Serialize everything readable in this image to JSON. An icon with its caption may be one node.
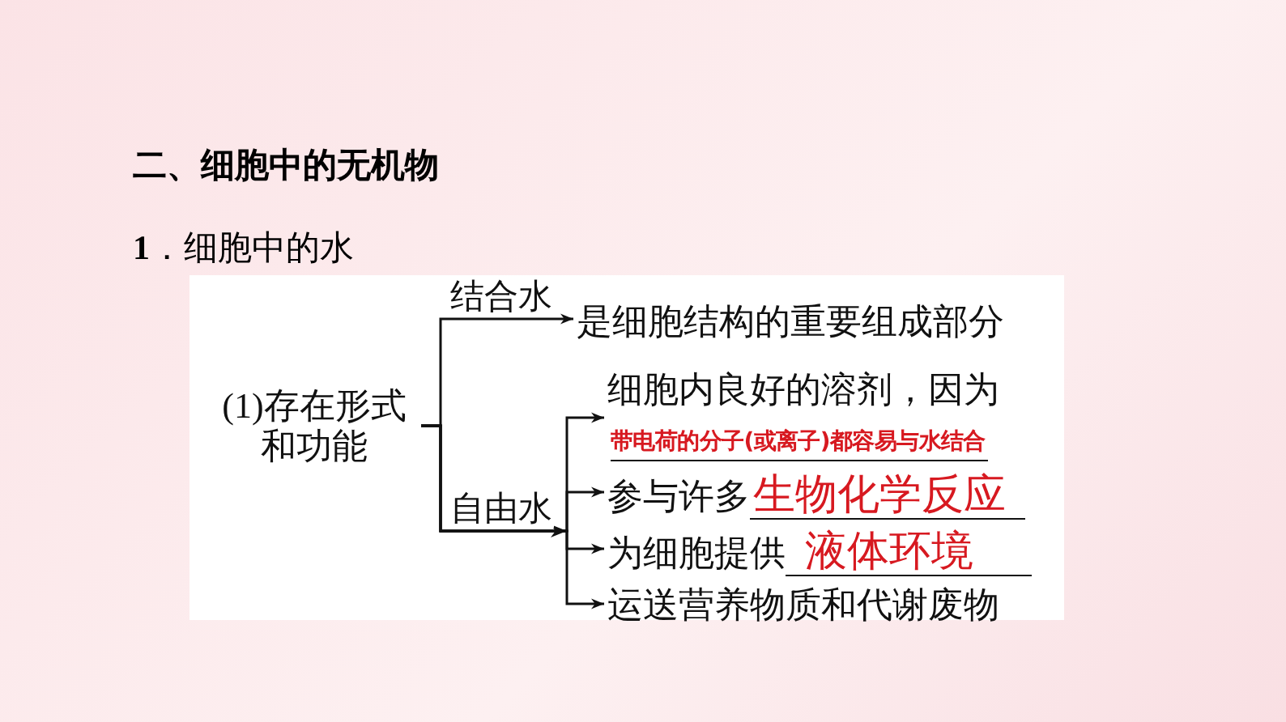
{
  "diagram": {
    "title": "二、细胞中的无机物",
    "labels": [
      "**1**．细胞中的水"
    ],
    "nodes": [
      {
        "text": [
          "(1)存在形式和功能"
        ]
      },
      {
        "text": [
          "是细胞结构的重要组成部分"
        ]
      },
      {
        "text": [
          "细胞内良好的溶剂，因为",
          "带电荷的分子(或离子)都容易与水结合"
        ]
      },
      {
        "text": [
          "参与许多",
          "生物化学反应"
        ]
      },
      {
        "text": [
          "为细胞提供",
          "液体环境"
        ]
      },
      {
        "text": [
          "运送营养物质和代谢废物"
        ]
      }
    ],
    "edges": [
      {
        "from": 0,
        "to": 1,
        "arrow": "to",
        "label": "结合水"
      },
      {
        "from": 0,
        "to": 2,
        "arrow": "to",
        "label": "自由水"
      },
      {
        "from": 0,
        "to": 3,
        "arrow": "to"
      },
      {
        "from": 0,
        "to": 4,
        "arrow": "to"
      },
      {
        "from": 0,
        "to": 5,
        "arrow": "to"
      }
    ]
  }
}
